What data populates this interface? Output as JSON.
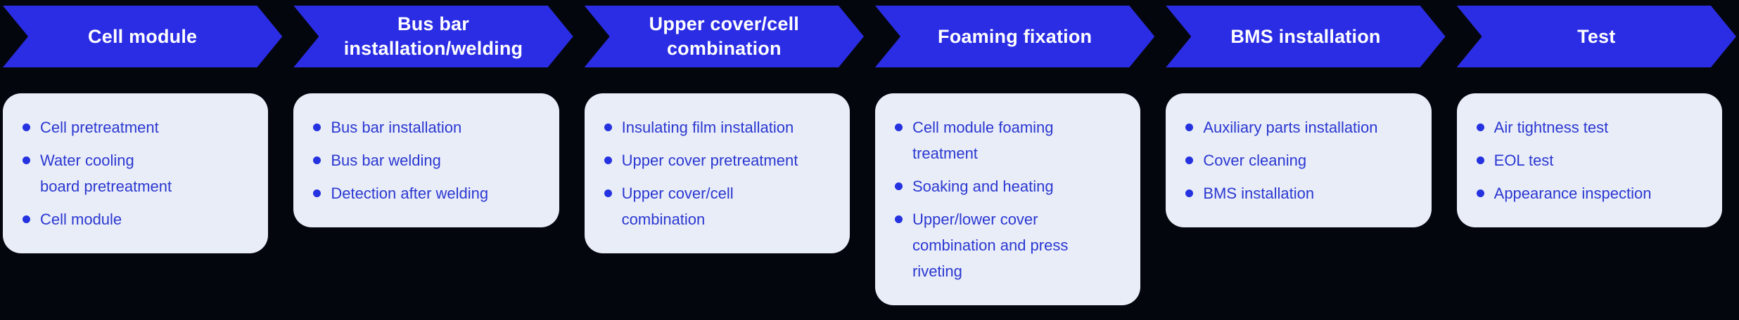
{
  "colors": {
    "background": "#04060e",
    "arrow_fill": "#2b2de4",
    "arrow_text": "#ffffff",
    "card_background": "#e9edf8",
    "item_text": "#2b38d1",
    "bullet": "#2432e0"
  },
  "stages": [
    {
      "title": "Cell module",
      "items": [
        "Cell pretreatment",
        "Water cooling\nboard pretreatment",
        "Cell module"
      ]
    },
    {
      "title": "Bus bar\ninstallation/welding",
      "items": [
        "Bus bar installation",
        "Bus bar welding",
        "Detection after welding"
      ]
    },
    {
      "title": "Upper cover/cell\ncombination",
      "items": [
        "Insulating film installation",
        "Upper cover pretreatment",
        "Upper cover/cell\ncombination"
      ]
    },
    {
      "title": "Foaming fixation",
      "items": [
        "Cell module foaming\ntreatment",
        "Soaking and heating",
        "Upper/lower cover\ncombination and press\nriveting"
      ]
    },
    {
      "title": "BMS installation",
      "items": [
        "Auxiliary parts installation",
        "Cover cleaning",
        "BMS installation"
      ]
    },
    {
      "title": "Test",
      "items": [
        "Air tightness test",
        "EOL test",
        "Appearance inspection"
      ]
    }
  ]
}
